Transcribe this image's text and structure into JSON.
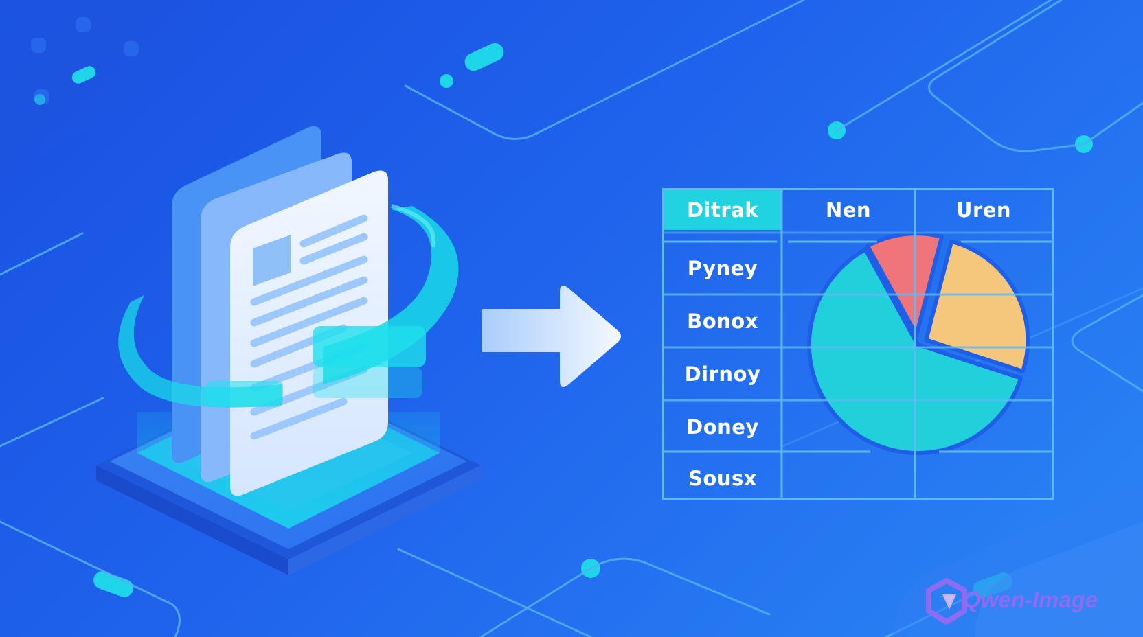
{
  "table": {
    "headers": [
      "Ditrak",
      "Nen",
      "Uren"
    ],
    "rows": [
      "Pyney",
      "Bonox",
      "Dirnoy",
      "Doney",
      "Sousx"
    ]
  },
  "chart_data": {
    "type": "pie",
    "slices": [
      {
        "label": "",
        "value": 62,
        "color": "#22d0dc"
      },
      {
        "label": "",
        "value": 12,
        "color": "#f0757a"
      },
      {
        "label": "",
        "value": 26,
        "color": "#f5c77c"
      }
    ]
  },
  "watermark": {
    "text": "Qwen-Image"
  },
  "colors": {
    "background": "#1f5fe8",
    "accent_cyan": "#21d3e0",
    "table_line": "#5fb9f6",
    "arrow": "#cfe4ff"
  },
  "icons": {
    "document": "document-stack-icon",
    "arrow": "arrow-right-icon",
    "logo": "qwen-logo-icon"
  }
}
